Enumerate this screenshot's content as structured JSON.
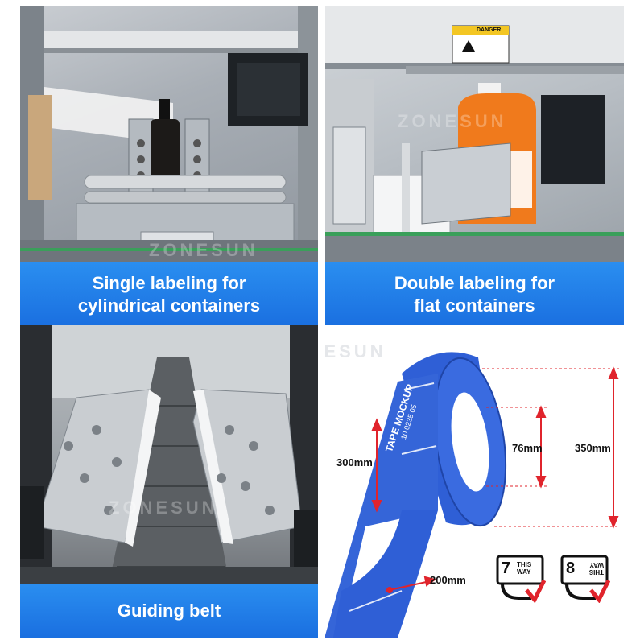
{
  "captions": {
    "single": "Single labeling for\ncylindrical containers",
    "double": "Double labeling for\nflat containers",
    "guiding": "Guiding belt"
  },
  "watermark": "ZONESUN",
  "machine": {
    "danger_label": "DANGER"
  },
  "tape": {
    "mockup_text": "TAPE MOCKUP",
    "code_text": "10 0235 05",
    "dim_height": "300mm",
    "dim_core": "76mm",
    "dim_outer": "350mm",
    "dim_width": "200mm"
  },
  "direction_icons": [
    {
      "number": "7",
      "text": "THIS WAY"
    },
    {
      "number": "8",
      "text": "THIS WAY"
    }
  ],
  "colors": {
    "caption_blue": "#1f7ae8",
    "tape_blue": "#2f5fd6",
    "dim_red": "#e0242c",
    "bottle_orange": "#f07a1c"
  }
}
